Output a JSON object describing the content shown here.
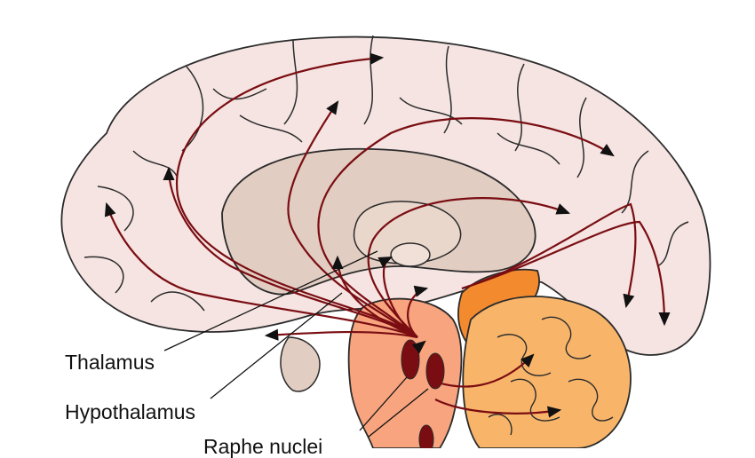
{
  "labels": {
    "thalamus": "Thalamus",
    "hypothalamus": "Hypothalamus",
    "raphe": "Raphe nuclei"
  },
  "colors": {
    "cortex_fill": "#f5e4e2",
    "cortex_stroke": "#2b2b2b",
    "inner_fill": "#e2cdc2",
    "brainstem_fill": "#f7a47f",
    "cerebellum_fill": "#f8b56a",
    "midbrain_orange": "#f48a2e",
    "pathway": "#7a0d12",
    "nuclei": "#7a0d12"
  }
}
